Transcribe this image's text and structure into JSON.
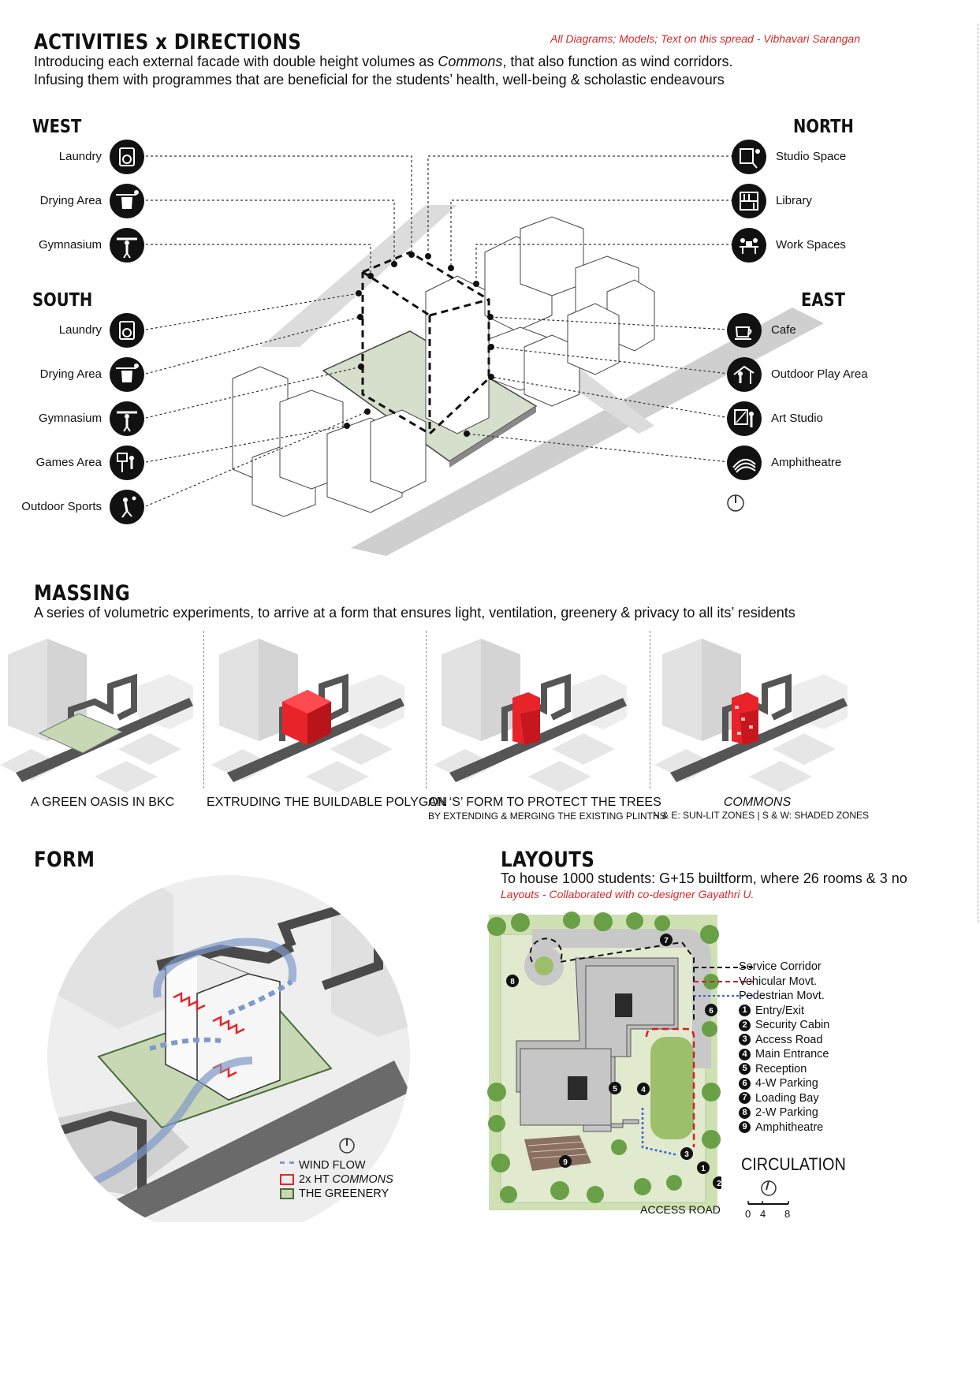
{
  "header": {
    "title": "ACTIVITIES x DIRECTIONS",
    "credit": "All Diagrams; Models; Text on this spread - Vibhavari Sarangan",
    "line1_pre": "Introducing each external facade with double height volumes as ",
    "line1_em": "Commons",
    "line1_post": ", that also function as wind corridors.",
    "line2": "Infusing them with programmes that are beneficial for the students’ health, well-being & scholastic endeavours"
  },
  "directions": {
    "west": {
      "label": "WEST",
      "items": [
        "Laundry",
        "Drying Area",
        "Gymnasium"
      ]
    },
    "south": {
      "label": "SOUTH",
      "items": [
        "Laundry",
        "Drying Area",
        "Gymnasium",
        "Games Area",
        "Outdoor Sports"
      ]
    },
    "north": {
      "label": "NORTH",
      "items": [
        "Studio Space",
        "Library",
        "Work Spaces"
      ]
    },
    "east": {
      "label": "EAST",
      "items": [
        "Cafe",
        "Outdoor Play Area",
        "Art Studio",
        "Amphitheatre"
      ]
    }
  },
  "icons": {
    "west": [
      "laundry-icon",
      "drying-icon",
      "gym-icon"
    ],
    "south": [
      "laundry-icon",
      "drying-icon",
      "gym-icon",
      "games-icon",
      "sports-icon"
    ],
    "north": [
      "studio-icon",
      "library-icon",
      "workspace-icon"
    ],
    "east": [
      "cafe-icon",
      "play-icon",
      "art-icon",
      "amphitheatre-icon"
    ]
  },
  "massing": {
    "title": "MASSING",
    "subtitle": "A series of volumetric experiments, to arrive at a form that ensures light, ventilation, greenery & privacy to all its’ residents",
    "steps": [
      {
        "caption": "A GREEN OASIS IN BKC",
        "sub": ""
      },
      {
        "caption": "EXTRUDING THE BUILDABLE POLYGON",
        "sub": ""
      },
      {
        "caption": "AN ‘S’ FORM TO PROTECT THE TREES",
        "sub": "BY EXTENDING & MERGING THE EXISTING PLINTHS"
      },
      {
        "caption": "COMMONS",
        "sub": "N & E: SUN-LIT ZONES | S & W: SHADED ZONES"
      }
    ]
  },
  "form": {
    "title": "FORM",
    "legend": [
      {
        "label": "WIND FLOW",
        "em": ""
      },
      {
        "label": "2x HT ",
        "em": "COMMONS"
      },
      {
        "label": "THE GREENERY",
        "em": ""
      }
    ]
  },
  "layouts": {
    "title": "LAYOUTS",
    "subtitle": "To house 1000 students: G+15 builtform, where 26 rooms & 3 no",
    "credit": "Layouts - Collaborated with co-designer Gayathri U.",
    "lines": [
      "Service Corridor",
      "Vehicular Movt.",
      "Pedestrian Movt."
    ],
    "numbered": [
      "Entry/Exit",
      "Security Cabin",
      "Access Road",
      "Main Entrance",
      "Reception",
      "4-W Parking",
      "Loading Bay",
      "2-W Parking",
      "Amphitheatre"
    ],
    "circulation": "CIRCULATION",
    "access_road": "ACCESS ROAD",
    "scale": [
      "0",
      "4",
      "8"
    ]
  },
  "colors": {
    "accent_red": "#e8232a",
    "credit_red": "#d52a2a",
    "green": "#b9cba4",
    "road": "#cfcfcf"
  }
}
